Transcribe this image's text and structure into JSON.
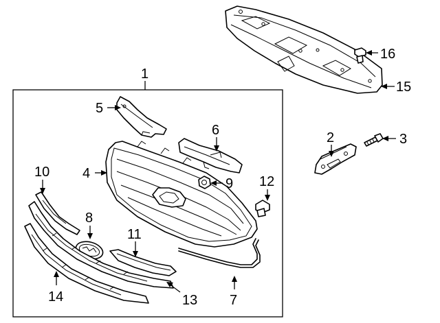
{
  "callouts": {
    "c1": "1",
    "c2": "2",
    "c3": "3",
    "c4": "4",
    "c5": "5",
    "c6": "6",
    "c7": "7",
    "c8": "8",
    "c9": "9",
    "c10": "10",
    "c11": "11",
    "c12": "12",
    "c13": "13",
    "c14": "14",
    "c15": "15",
    "c16": "16"
  },
  "parts": [
    {
      "callout": "1",
      "name": "grille-assembly"
    },
    {
      "callout": "2",
      "name": "bracket"
    },
    {
      "callout": "3",
      "name": "bolt"
    },
    {
      "callout": "4",
      "name": "grille"
    },
    {
      "callout": "5",
      "name": "upper-bracket"
    },
    {
      "callout": "6",
      "name": "bracket"
    },
    {
      "callout": "7",
      "name": "molding"
    },
    {
      "callout": "8",
      "name": "emblem"
    },
    {
      "callout": "9",
      "name": "nut"
    },
    {
      "callout": "10",
      "name": "molding"
    },
    {
      "callout": "11",
      "name": "molding"
    },
    {
      "callout": "12",
      "name": "bolt"
    },
    {
      "callout": "13",
      "name": "lower-molding"
    },
    {
      "callout": "14",
      "name": "molding"
    },
    {
      "callout": "15",
      "name": "upper-cover"
    },
    {
      "callout": "16",
      "name": "bolt"
    }
  ]
}
